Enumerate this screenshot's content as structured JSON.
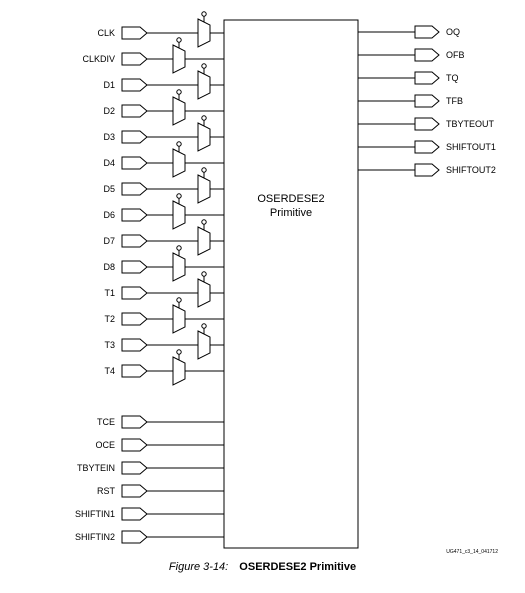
{
  "diagram": {
    "block_label_line1": "OSERDESE2",
    "block_label_line2": "Primitive",
    "mux_inputs": [
      "CLK",
      "CLKDIV",
      "D1",
      "D2",
      "D3",
      "D4",
      "D5",
      "D6",
      "D7",
      "D8",
      "T1",
      "T2",
      "T3",
      "T4"
    ],
    "direct_inputs": [
      "TCE",
      "OCE",
      "TBYTEIN",
      "RST",
      "SHIFTIN1",
      "SHIFTIN2"
    ],
    "outputs": [
      "OQ",
      "OFB",
      "TQ",
      "TFB",
      "TBYTEOUT",
      "SHIFTOUT1",
      "SHIFTOUT2"
    ],
    "doc_id": "UG471_c3_14_041712"
  },
  "caption": {
    "number": "Figure 3-14:",
    "title": "OSERDESE2 Primitive"
  }
}
